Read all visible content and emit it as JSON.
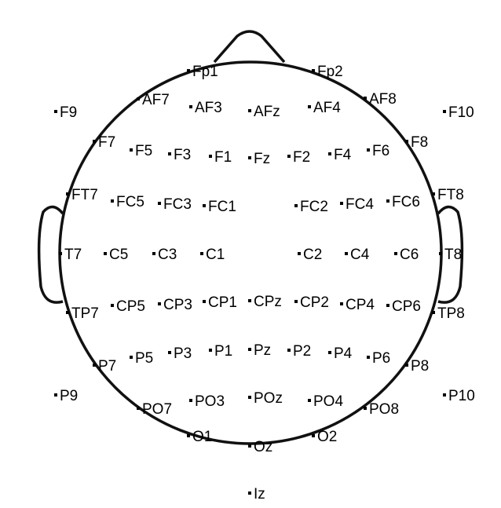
{
  "electrodes": [
    {
      "id": "Fp1",
      "label": "Fp1"
    },
    {
      "id": "Fp2",
      "label": "Fp2"
    },
    {
      "id": "AF7",
      "label": "AF7"
    },
    {
      "id": "AF3",
      "label": "AF3"
    },
    {
      "id": "AFz",
      "label": "AFz"
    },
    {
      "id": "AF4",
      "label": "AF4"
    },
    {
      "id": "AF8",
      "label": "AF8"
    },
    {
      "id": "F9",
      "label": "F9"
    },
    {
      "id": "F10",
      "label": "F10"
    },
    {
      "id": "F7",
      "label": "F7"
    },
    {
      "id": "F5",
      "label": "F5"
    },
    {
      "id": "F3",
      "label": "F3"
    },
    {
      "id": "F1",
      "label": "F1"
    },
    {
      "id": "Fz",
      "label": "Fz"
    },
    {
      "id": "F2",
      "label": "F2"
    },
    {
      "id": "F4",
      "label": "F4"
    },
    {
      "id": "F6",
      "label": "F6"
    },
    {
      "id": "F8",
      "label": "F8"
    },
    {
      "id": "FT7",
      "label": "FT7"
    },
    {
      "id": "FC5",
      "label": "FC5"
    },
    {
      "id": "FC3",
      "label": "FC3"
    },
    {
      "id": "FC1",
      "label": "FC1"
    },
    {
      "id": "FC2",
      "label": "FC2"
    },
    {
      "id": "FC4",
      "label": "FC4"
    },
    {
      "id": "FC6",
      "label": "FC6"
    },
    {
      "id": "FT8",
      "label": "FT8"
    },
    {
      "id": "T7",
      "label": "T7"
    },
    {
      "id": "C5",
      "label": "C5"
    },
    {
      "id": "C3",
      "label": "C3"
    },
    {
      "id": "C1",
      "label": "C1"
    },
    {
      "id": "C2",
      "label": "C2"
    },
    {
      "id": "C4",
      "label": "C4"
    },
    {
      "id": "C6",
      "label": "C6"
    },
    {
      "id": "T8",
      "label": "T8"
    },
    {
      "id": "TP7",
      "label": "TP7"
    },
    {
      "id": "CP5",
      "label": "CP5"
    },
    {
      "id": "CP3",
      "label": "CP3"
    },
    {
      "id": "CP1",
      "label": "CP1"
    },
    {
      "id": "CPz",
      "label": "CPz"
    },
    {
      "id": "CP2",
      "label": "CP2"
    },
    {
      "id": "CP4",
      "label": "CP4"
    },
    {
      "id": "CP6",
      "label": "CP6"
    },
    {
      "id": "TP8",
      "label": "TP8"
    },
    {
      "id": "P9",
      "label": "P9"
    },
    {
      "id": "P7",
      "label": "P7"
    },
    {
      "id": "P5",
      "label": "P5"
    },
    {
      "id": "P3",
      "label": "P3"
    },
    {
      "id": "P1",
      "label": "P1"
    },
    {
      "id": "Pz",
      "label": "Pz"
    },
    {
      "id": "P2",
      "label": "P2"
    },
    {
      "id": "P4",
      "label": "P4"
    },
    {
      "id": "P6",
      "label": "P6"
    },
    {
      "id": "P8",
      "label": "P8"
    },
    {
      "id": "P10",
      "label": "P10"
    },
    {
      "id": "PO7",
      "label": "PO7"
    },
    {
      "id": "PO3",
      "label": "PO3"
    },
    {
      "id": "POz",
      "label": "POz"
    },
    {
      "id": "PO4",
      "label": "PO4"
    },
    {
      "id": "PO8",
      "label": "PO8"
    },
    {
      "id": "O1",
      "label": "O1"
    },
    {
      "id": "Oz",
      "label": "Oz"
    },
    {
      "id": "O2",
      "label": "O2"
    },
    {
      "id": "Iz",
      "label": "Iz"
    }
  ]
}
